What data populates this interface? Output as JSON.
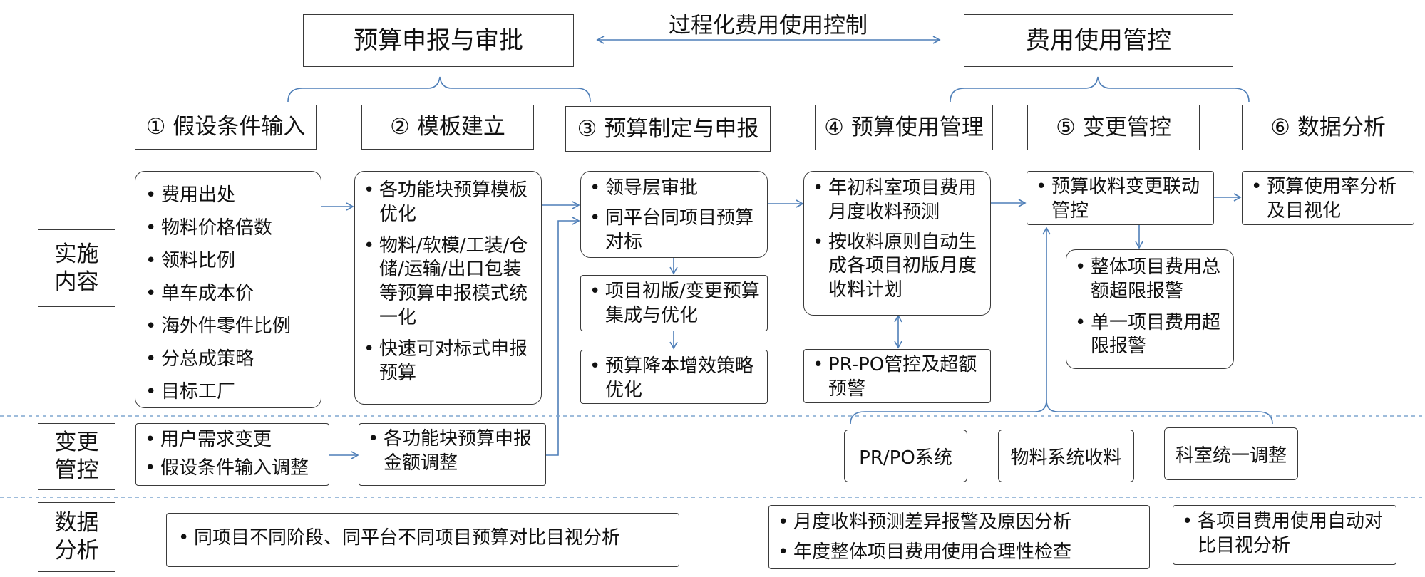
{
  "top": {
    "process_title": "过程化费用使用控制",
    "budget_header": "预算申报与审批",
    "usage_header": "费用使用管控"
  },
  "stages": [
    "① 假设条件输入",
    "② 模板建立",
    "③ 预算制定与申报",
    "④ 预算使用管理",
    "⑤ 变更管控",
    "⑥ 数据分析"
  ],
  "rows": {
    "impl": "实施内容",
    "change": "变更管控",
    "analysis": "数据分析"
  },
  "implementation": {
    "c1": [
      "费用出处",
      "物料价格倍数",
      "领料比例",
      "单车成本价",
      "海外件零件比例",
      "分总成策略",
      "目标工厂"
    ],
    "c2": [
      "各功能块预算模板优化",
      "物料/软模/工装/仓储/运输/出口包装等预算申报模式统一化",
      "快速可对标式申报预算"
    ],
    "c3a": [
      "领导层审批",
      "同平台同项目预算对标"
    ],
    "c3b": [
      "项目初版/变更预算集成与优化"
    ],
    "c3c": [
      "预算降本增效策略优化"
    ],
    "c4a": [
      "年初科室项目费用月度收料预测",
      "按收料原则自动生成各项目初版月度收料计划"
    ],
    "c4b": [
      "PR-PO管控及超额预警"
    ],
    "c5a": [
      "预算收料变更联动管控"
    ],
    "c5b": [
      "整体项目费用总额超限报警",
      "单一项目费用超限报警"
    ],
    "c6": [
      "预算使用率分析及目视化"
    ]
  },
  "change_control": {
    "left": [
      "用户需求变更",
      "假设条件输入调整"
    ],
    "right": [
      "各功能块预算申报金额调整"
    ],
    "systems": [
      "PR/PO系统",
      "物料系统收料",
      "科室统一调整"
    ]
  },
  "analysis": {
    "a1": [
      "同项目不同阶段、同平台不同项目预算对比目视分析"
    ],
    "a2": [
      "月度收料预测差异报警及原因分析",
      "年度整体项目费用使用合理性检查"
    ],
    "a3": [
      "各项目费用使用自动对比目视分析"
    ]
  },
  "colors": {
    "line": "#4f7fb8",
    "border": "#3a3a3a",
    "dash": "#7fa6cf"
  }
}
